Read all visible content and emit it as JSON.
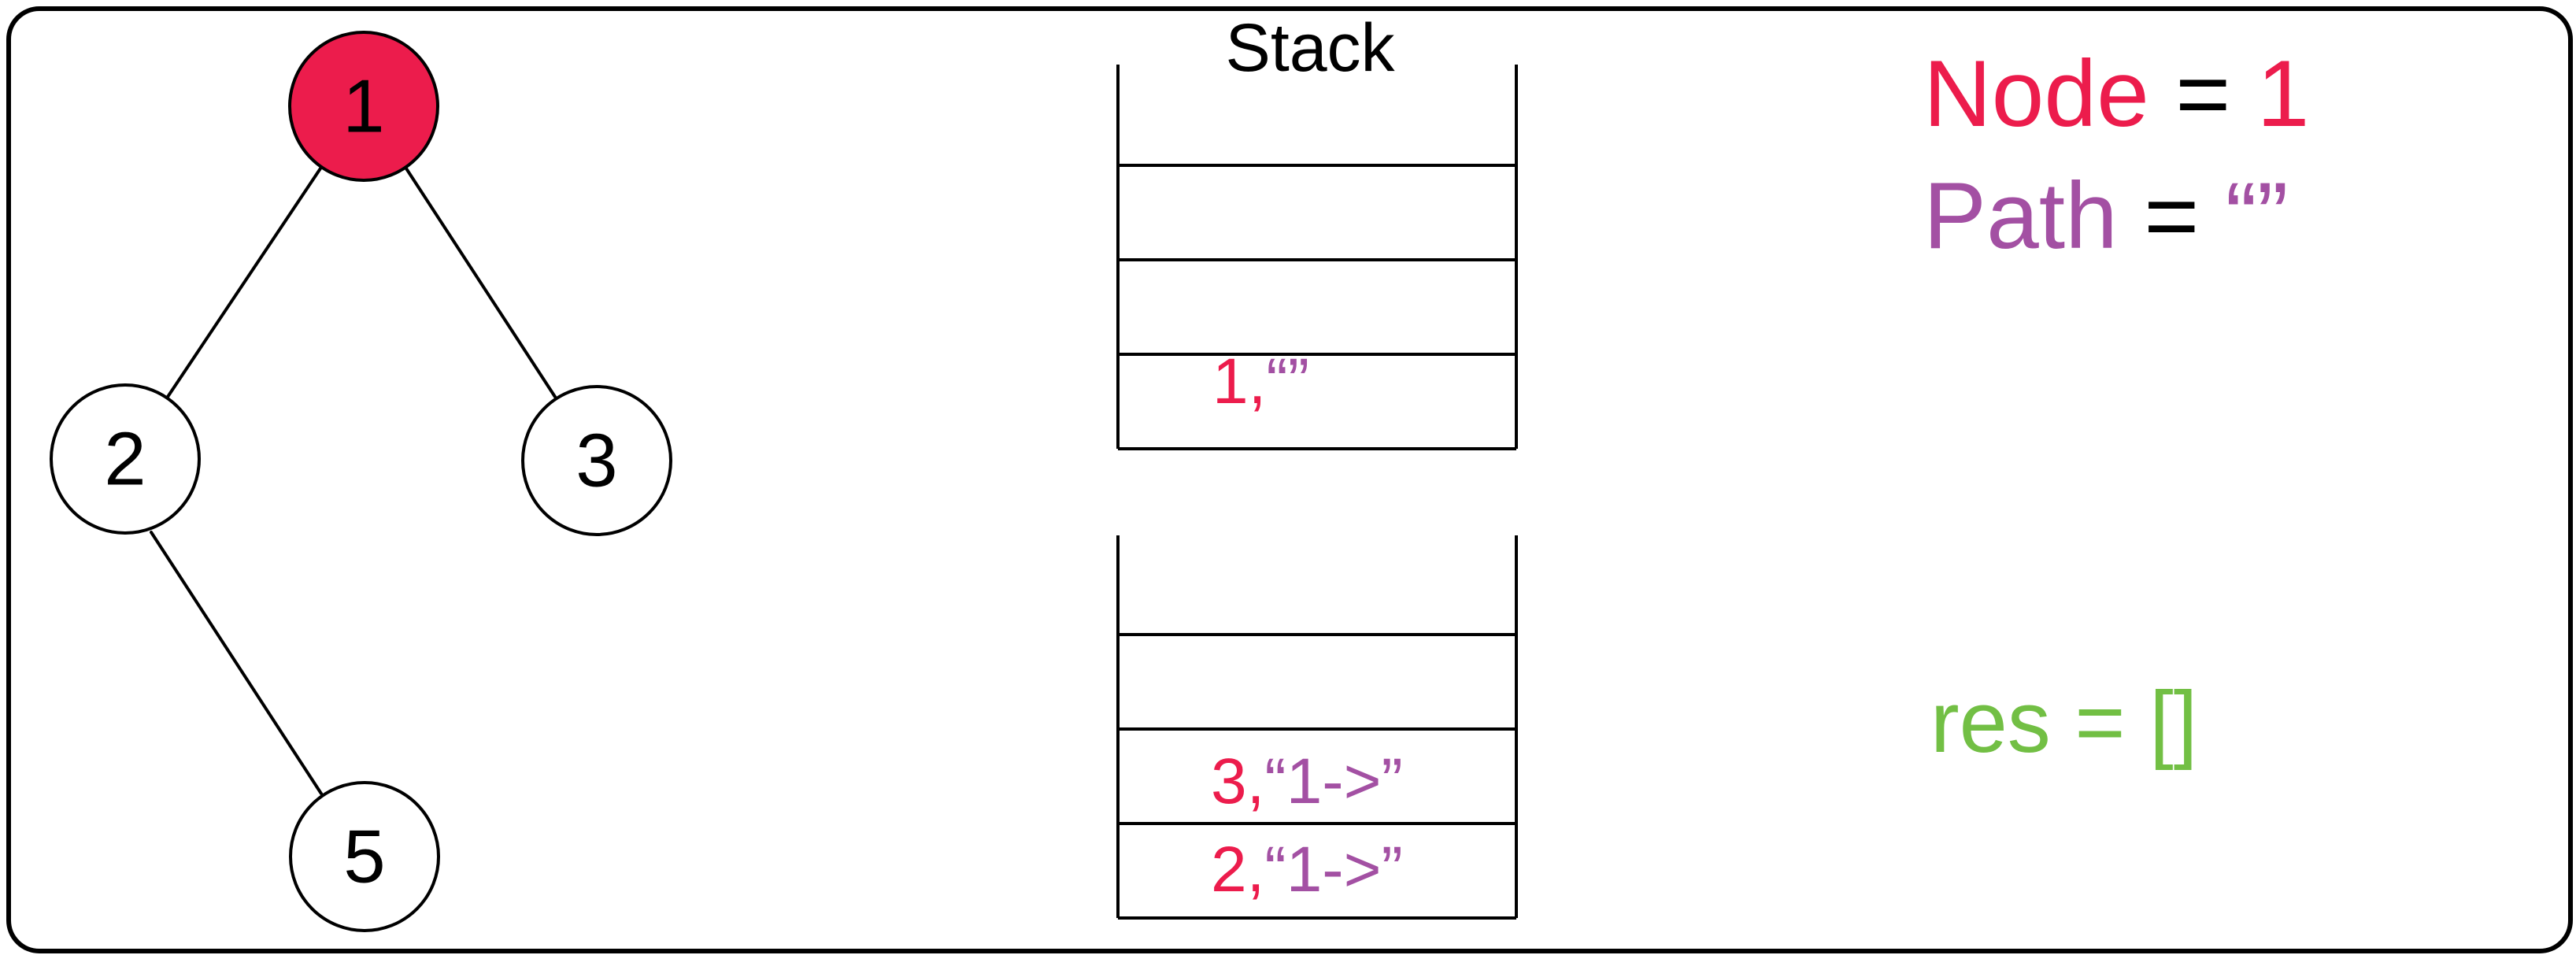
{
  "tree": {
    "nodes": [
      {
        "id": "1",
        "label": "1",
        "highlighted": true
      },
      {
        "id": "2",
        "label": "2",
        "highlighted": false
      },
      {
        "id": "3",
        "label": "3",
        "highlighted": false
      },
      {
        "id": "5",
        "label": "5",
        "highlighted": false
      }
    ],
    "edges": [
      {
        "from": "1",
        "to": "2"
      },
      {
        "from": "1",
        "to": "3"
      },
      {
        "from": "2",
        "to": "5"
      }
    ]
  },
  "stack_before": {
    "title": "Stack",
    "entries": [
      {
        "node": "1,",
        "path": "“”"
      }
    ]
  },
  "stack_after": {
    "entries": [
      {
        "node": "3,",
        "path": "“1->”"
      },
      {
        "node": "2,",
        "path": "“1->”"
      }
    ]
  },
  "state": {
    "node_label": "Node",
    "node_eq": "=",
    "node_value": "1",
    "path_label": "Path",
    "path_eq": "=",
    "path_value": "“”",
    "res_text": "res = []"
  },
  "colors": {
    "node": "#ec1c4c",
    "path": "#a350a3",
    "res": "#72bf44",
    "text": "#000000",
    "highlight_fill": "#ec1c4c"
  }
}
